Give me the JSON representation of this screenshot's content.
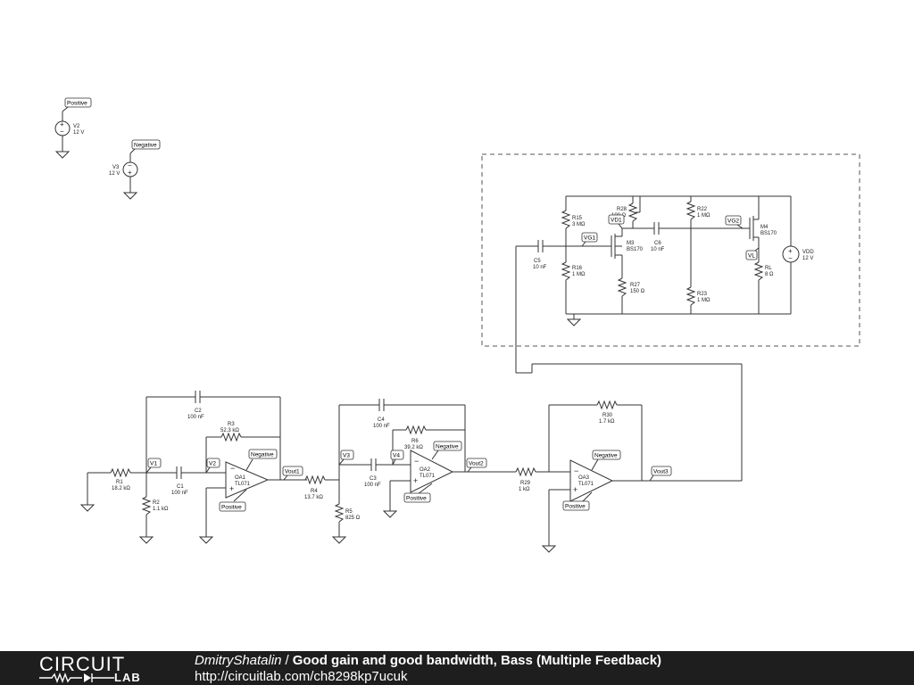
{
  "nets": {
    "positive": "Positive",
    "negative": "Negative",
    "v1": "V1",
    "v2": "V2",
    "v3": "V3",
    "v4": "V4",
    "vout1": "Vout1",
    "vout2": "Vout2",
    "vout3": "Vout3",
    "vg1": "VG1",
    "vd1": "VD1",
    "vg2": "VG2",
    "vl": "VL"
  },
  "components": {
    "v2": {
      "name": "V2",
      "value": "12 V"
    },
    "v3": {
      "name": "V3",
      "value": "12 V"
    },
    "vdd": {
      "name": "VDD",
      "value": "12 V"
    },
    "r1": {
      "name": "R1",
      "value": "18.2 kΩ"
    },
    "r2": {
      "name": "R2",
      "value": "1.1 kΩ"
    },
    "r3": {
      "name": "R3",
      "value": "52.3 kΩ"
    },
    "c1": {
      "name": "C1",
      "value": "100 nF"
    },
    "c2": {
      "name": "C2",
      "value": "100 nF"
    },
    "oa1": {
      "name": "OA1",
      "value": "TL071"
    },
    "r4": {
      "name": "R4",
      "value": "13.7 kΩ"
    },
    "r5": {
      "name": "R5",
      "value": "825 Ω"
    },
    "c3": {
      "name": "C3",
      "value": "100 nF"
    },
    "c4": {
      "name": "C4",
      "value": "100 nF"
    },
    "r6": {
      "name": "R6",
      "value": "39.2 kΩ"
    },
    "oa2": {
      "name": "OA2",
      "value": "TL071"
    },
    "r29": {
      "name": "R29",
      "value": "1 kΩ"
    },
    "r30": {
      "name": "R30",
      "value": "1.7 kΩ"
    },
    "oa3": {
      "name": "OA3",
      "value": "TL071"
    },
    "c5": {
      "name": "C5",
      "value": "10 nF"
    },
    "r15": {
      "name": "R15",
      "value": "3 MΩ"
    },
    "r16": {
      "name": "R16",
      "value": "1 MΩ"
    },
    "r28": {
      "name": "R28",
      "value": "100 Ω"
    },
    "m3": {
      "name": "M3",
      "value": "BS170"
    },
    "r27": {
      "name": "R27",
      "value": "150 Ω"
    },
    "c6": {
      "name": "C6",
      "value": "10 nF"
    },
    "r22": {
      "name": "R22",
      "value": "1 MΩ"
    },
    "r23": {
      "name": "R23",
      "value": "1 MΩ"
    },
    "m4": {
      "name": "M4",
      "value": "BS170"
    },
    "rl": {
      "name": "RL",
      "value": "8 Ω"
    }
  },
  "footer": {
    "logo_top": "CIRCUIT",
    "logo_bottom": "LAB",
    "author": "DmitryShatalin",
    "separator": "/",
    "title": "Good gain and good bandwidth, Bass (Multiple Feedback)",
    "url": "http://circuitlab.com/ch8298kp7ucuk"
  }
}
